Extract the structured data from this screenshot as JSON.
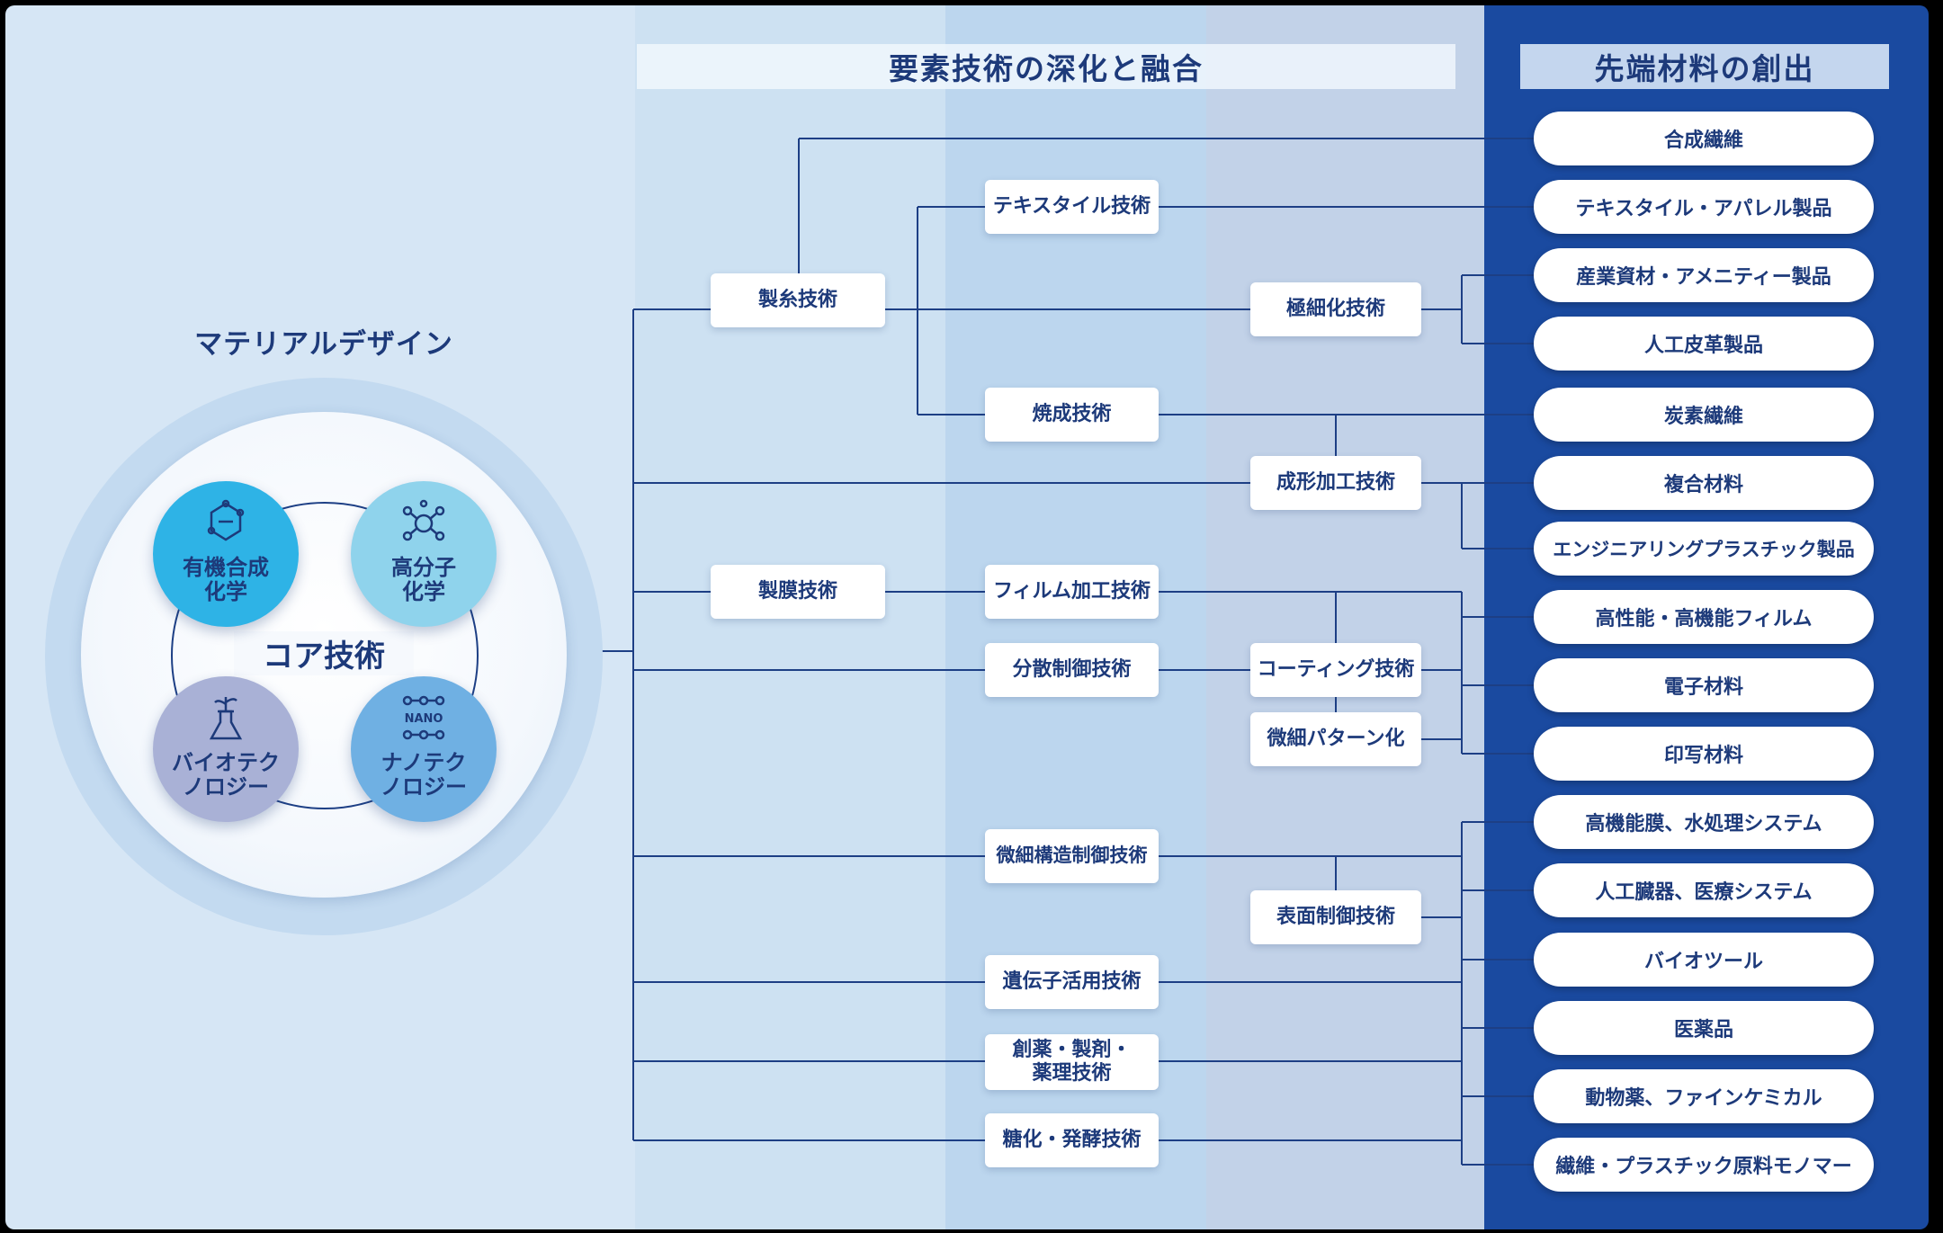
{
  "headers": {
    "middle": "要素技術の深化と融合",
    "right": "先端材料の創出"
  },
  "core": {
    "title": "マテリアルデザイン",
    "center_label": "コア技術",
    "circles": [
      {
        "label": "有機合成\n化学",
        "color": "#2eb3e6",
        "icon": "molecule-icon"
      },
      {
        "label": "高分子\n化学",
        "color": "#8fd3ec",
        "icon": "polymer-icon"
      },
      {
        "label": "バイオテク\nノロジー",
        "color": "#a9b1d6",
        "icon": "flask-plant-icon"
      },
      {
        "label": "ナノテク\nノロジー",
        "color": "#6fb0e3",
        "icon": "nano-icon"
      }
    ]
  },
  "tech_level1": {
    "seishi": "製糸技術",
    "seimaku": "製膜技術"
  },
  "tech_level2": {
    "textile": "テキスタイル技術",
    "shosei": "焼成技術",
    "film": "フィルム加工技術",
    "bunsan": "分散制御技術",
    "biseikouzou": "微細構造制御技術",
    "idenshi": "遺伝子活用技術",
    "souyaku": "創薬・製剤・\n薬理技術",
    "touka": "糖化・発酵技術"
  },
  "tech_level3": {
    "gokusaika": "極細化技術",
    "seikei": "成形加工技術",
    "coating": "コーティング技術",
    "pattern": "微細パターン化",
    "hyomen": "表面制御技術"
  },
  "materials": [
    "合成繊維",
    "テキスタイル・アパレル製品",
    "産業資材・アメニティー製品",
    "人工皮革製品",
    "炭素繊維",
    "複合材料",
    "エンジニアリングプラスチック製品",
    "高性能・高機能フィルム",
    "電子材料",
    "印写材料",
    "高機能膜、水処理システム",
    "人工臓器、医療システム",
    "バイオツール",
    "医薬品",
    "動物薬、ファインケミカル",
    "繊維・プラスチック原料モノマー"
  ],
  "colors": {
    "bg_left": "#d6e6f5",
    "bg_col1": "#cde1f2",
    "bg_col2": "#bdd7ee",
    "bg_col3": "#c1d2e8",
    "bg_right": "#1a4aa0",
    "line": "#1d3f85",
    "text": "#1d3a7a"
  }
}
